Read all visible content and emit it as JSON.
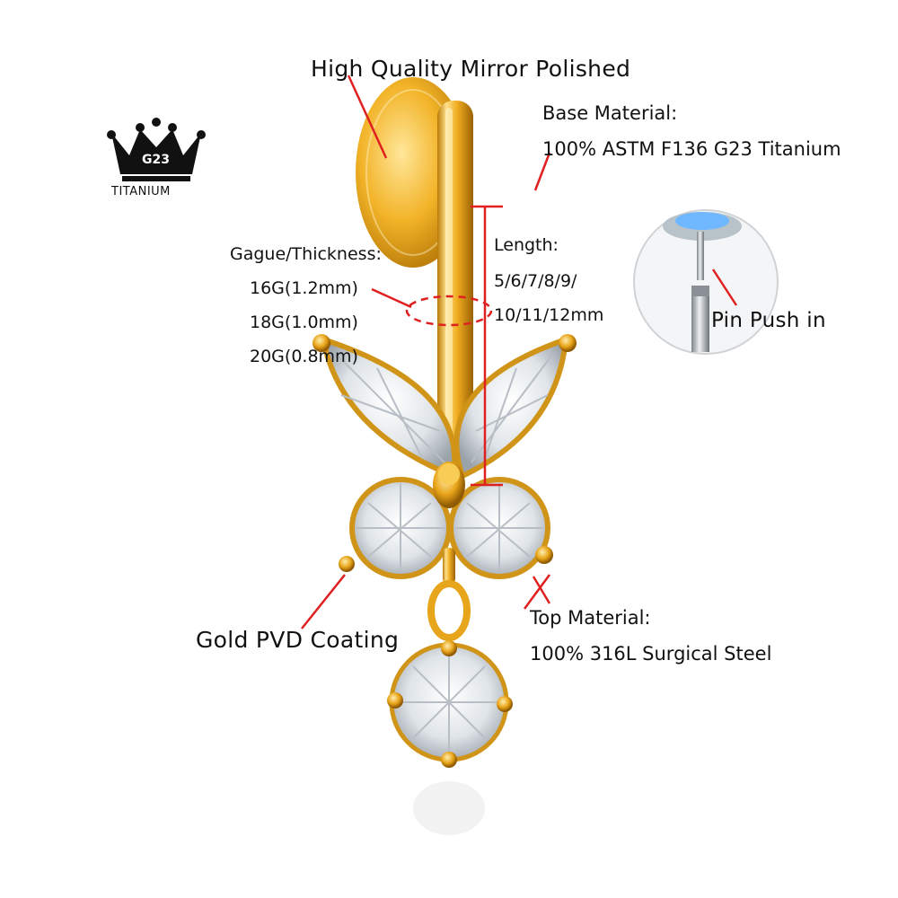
{
  "badge": {
    "code": "G23",
    "word": "TITANIUM"
  },
  "labels": {
    "mirror_polished": "High Quality Mirror Polished",
    "base_material_title": "Base Material:",
    "base_material_value": "100% ASTM F136 G23 Titanium",
    "gauge_title": "Gague/Thickness:",
    "gauge_16": "16G(1.2mm)",
    "gauge_18": "18G(1.0mm)",
    "gauge_20": "20G(0.8mm)",
    "length_title": "Length:",
    "length_line1": "5/6/7/8/9/",
    "length_line2": "10/11/12mm",
    "pin_push": "Pin Push in",
    "gold_pvd": "Gold PVD Coating",
    "top_material_title": "Top Material:",
    "top_material_value": "100% 316L Surgical Steel"
  },
  "colors": {
    "gold_light": "#ffd75a",
    "gold_mid": "#eaa81a",
    "gold_dark": "#a86a05",
    "callout_red": "#e02020",
    "crystal": "#e9eef2",
    "badge_black": "#111111"
  }
}
